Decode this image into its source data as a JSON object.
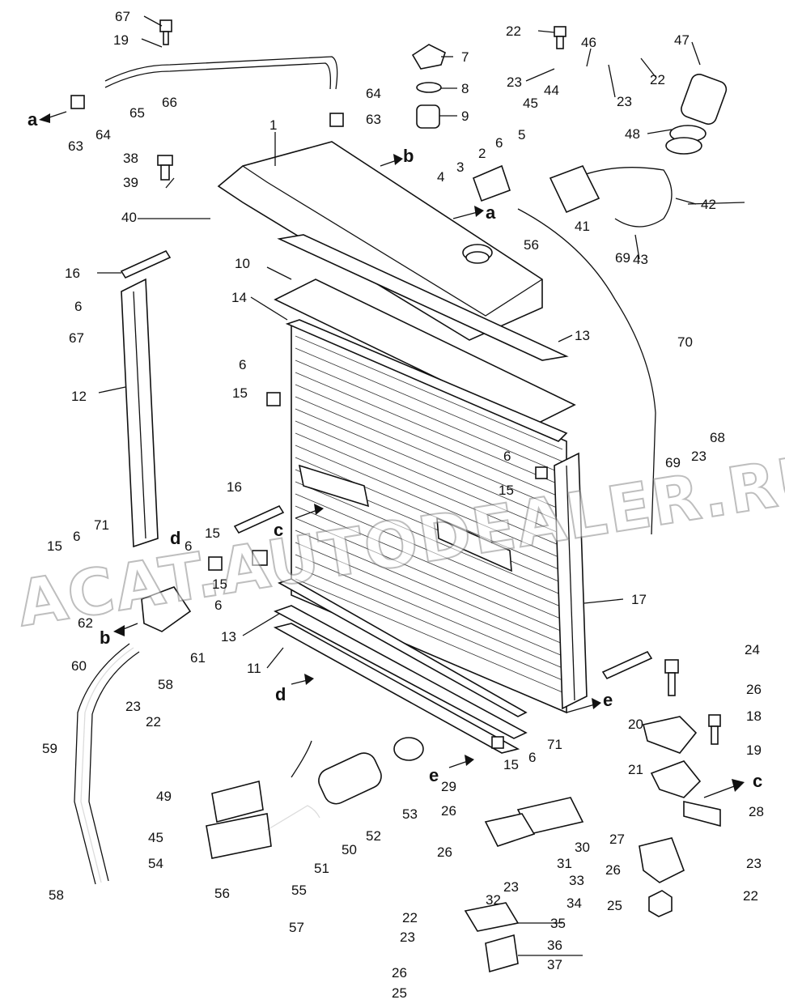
{
  "watermark": "ACAT.AUTODEALER.RU",
  "direction_markers": {
    "a": "a",
    "b": "b",
    "c": "c",
    "d": "d",
    "e": "e"
  },
  "callouts": {
    "n1": "1",
    "n2": "2",
    "n3": "3",
    "n4": "4",
    "n5": "5",
    "n6": "6",
    "n7": "7",
    "n8": "8",
    "n9": "9",
    "n10": "10",
    "n11": "11",
    "n12": "12",
    "n13": "13",
    "n14": "14",
    "n15": "15",
    "n16": "16",
    "n17": "17",
    "n18": "18",
    "n19": "19",
    "n20": "20",
    "n21": "21",
    "n22": "22",
    "n23": "23",
    "n24": "24",
    "n25": "25",
    "n26": "26",
    "n27": "27",
    "n28": "28",
    "n29": "29",
    "n30": "30",
    "n31": "31",
    "n32": "32",
    "n33": "33",
    "n34": "34",
    "n35": "35",
    "n36": "36",
    "n37": "37",
    "n38": "38",
    "n39": "39",
    "n40": "40",
    "n41": "41",
    "n42": "42",
    "n43": "43",
    "n44": "44",
    "n45": "45",
    "n46": "46",
    "n47": "47",
    "n48": "48",
    "n49": "49",
    "n50": "50",
    "n51": "51",
    "n52": "52",
    "n53": "53",
    "n54": "54",
    "n55": "55",
    "n56": "56",
    "n57": "57",
    "n58": "58",
    "n59": "59",
    "n60": "60",
    "n61": "61",
    "n62": "62",
    "n63": "63",
    "n64": "64",
    "n65": "65",
    "n66": "66",
    "n67": "67",
    "n68": "68",
    "n69": "69",
    "n70": "70",
    "n71": "71"
  }
}
